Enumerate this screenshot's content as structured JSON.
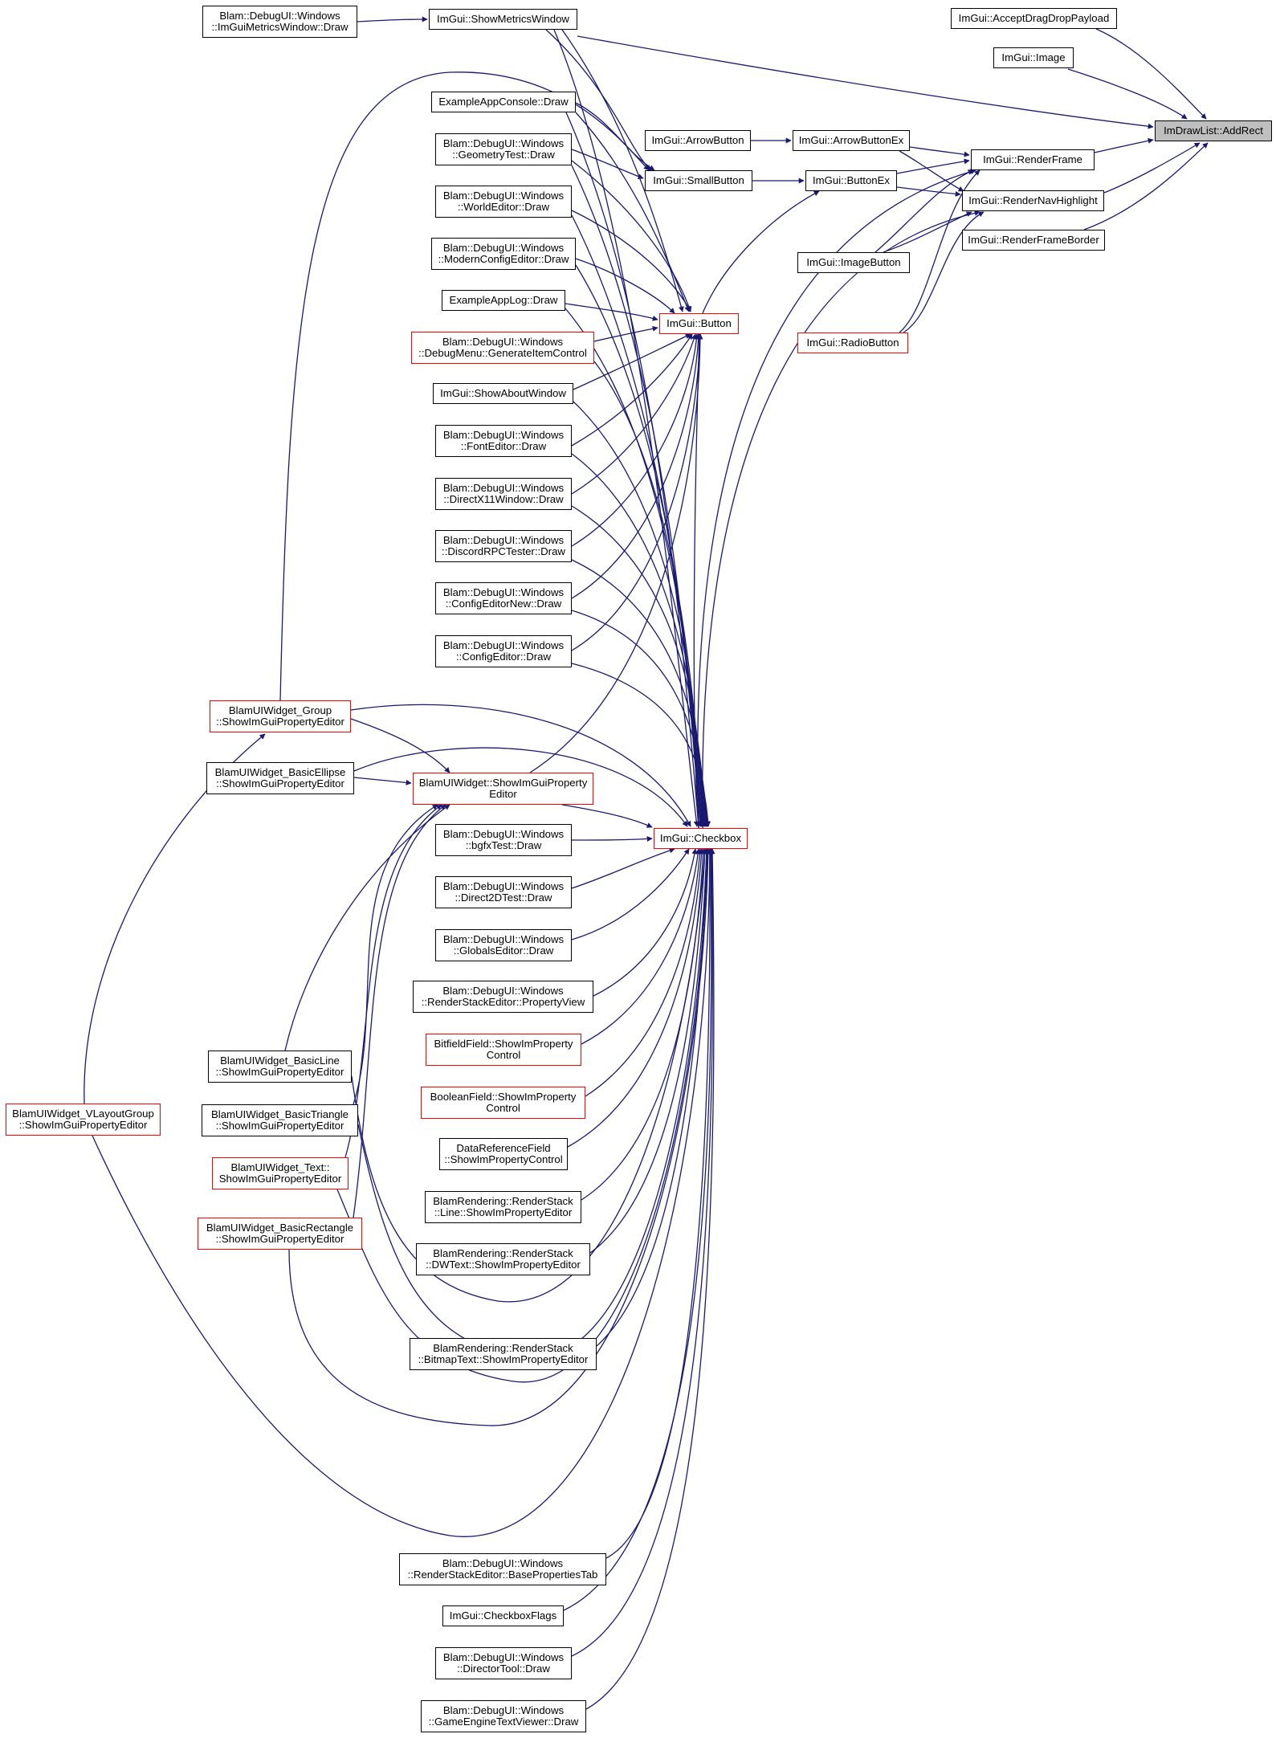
{
  "colors": {
    "edge": "#191970",
    "box_border": "#000000",
    "truncated_border": "#ff0000",
    "focus_fill": "#bfbfbf"
  },
  "nodes": {
    "adddrawrect": [
      "ImDrawList::AddRect"
    ],
    "acceptdrag": [
      "ImGui::AcceptDragDropPayload"
    ],
    "image": [
      "ImGui::Image"
    ],
    "renderframe": [
      "ImGui::RenderFrame"
    ],
    "rendernav": [
      "ImGui::RenderNavHighlight"
    ],
    "renderframeborder": [
      "ImGui::RenderFrameBorder"
    ],
    "arrowbuttonex": [
      "ImGui::ArrowButtonEx"
    ],
    "buttonex": [
      "ImGui::ButtonEx"
    ],
    "imagebutton": [
      "ImGui::ImageButton"
    ],
    "radiobutton": [
      "ImGui::RadioButton"
    ],
    "arrowbutton": [
      "ImGui::ArrowButton"
    ],
    "smallbutton": [
      "ImGui::SmallButton"
    ],
    "button": [
      "ImGui::Button"
    ],
    "checkbox": [
      "ImGui::Checkbox"
    ],
    "showmetrics": [
      "ImGui::ShowMetricsWindow"
    ],
    "metricsdraw": [
      "Blam::DebugUI::Windows",
      "::ImGuiMetricsWindow::Draw"
    ],
    "appconsole": [
      "ExampleAppConsole::Draw"
    ],
    "geometry": [
      "Blam::DebugUI::Windows",
      "::GeometryTest::Draw"
    ],
    "worldeditor": [
      "Blam::DebugUI::Windows",
      "::WorldEditor::Draw"
    ],
    "modernconfig": [
      "Blam::DebugUI::Windows",
      "::ModernConfigEditor::Draw"
    ],
    "applog": [
      "ExampleAppLog::Draw"
    ],
    "debugmenu": [
      "Blam::DebugUI::Windows",
      "::DebugMenu::GenerateItemControl"
    ],
    "showabout": [
      "ImGui::ShowAboutWindow"
    ],
    "fonteditor": [
      "Blam::DebugUI::Windows",
      "::FontEditor::Draw"
    ],
    "directx11": [
      "Blam::DebugUI::Windows",
      "::DirectX11Window::Draw"
    ],
    "discord": [
      "Blam::DebugUI::Windows",
      "::DiscordRPCTester::Draw"
    ],
    "confignew": [
      "Blam::DebugUI::Windows",
      "::ConfigEditorNew::Draw"
    ],
    "configeditor": [
      "Blam::DebugUI::Windows",
      "::ConfigEditor::Draw"
    ],
    "group": [
      "BlamUIWidget_Group",
      "::ShowImGuiPropertyEditor"
    ],
    "ellipse": [
      "BlamUIWidget_BasicEllipse",
      "::ShowImGuiPropertyEditor"
    ],
    "widgetprop": [
      "BlamUIWidget::ShowImGuiProperty",
      "Editor"
    ],
    "bgfx": [
      "Blam::DebugUI::Windows",
      "::bgfxTest::Draw"
    ],
    "direct2d": [
      "Blam::DebugUI::Windows",
      "::Direct2DTest::Draw"
    ],
    "globals": [
      "Blam::DebugUI::Windows",
      "::GlobalsEditor::Draw"
    ],
    "renderstackprop": [
      "Blam::DebugUI::Windows",
      "::RenderStackEditor::PropertyView"
    ],
    "bitfield": [
      "BitfieldField::ShowImProperty",
      "Control"
    ],
    "boolean": [
      "BooleanField::ShowImProperty",
      "Control"
    ],
    "dataref": [
      "DataReferenceField",
      "::ShowImPropertyControl"
    ],
    "line": [
      "BlamRendering::RenderStack",
      "::Line::ShowImPropertyEditor"
    ],
    "dwtext": [
      "BlamRendering::RenderStack",
      "::DWText::ShowImPropertyEditor"
    ],
    "bitmaptext": [
      "BlamRendering::RenderStack",
      "::BitmapText::ShowImPropertyEditor"
    ],
    "basicline": [
      "BlamUIWidget_BasicLine",
      "::ShowImGuiPropertyEditor"
    ],
    "triangle": [
      "BlamUIWidget_BasicTriangle",
      "::ShowImGuiPropertyEditor"
    ],
    "text": [
      "BlamUIWidget_Text::",
      "ShowImGuiPropertyEditor"
    ],
    "rectangle": [
      "BlamUIWidget_BasicRectangle",
      "::ShowImGuiPropertyEditor"
    ],
    "vlayout": [
      "BlamUIWidget_VLayoutGroup",
      "::ShowImGuiPropertyEditor"
    ],
    "baseprops": [
      "Blam::DebugUI::Windows",
      "::RenderStackEditor::BasePropertiesTab"
    ],
    "checkboxflags": [
      "ImGui::CheckboxFlags"
    ],
    "directortool": [
      "Blam::DebugUI::Windows",
      "::DirectorTool::Draw"
    ],
    "textviewer": [
      "Blam::DebugUI::Windows",
      "::GameEngineTextViewer::Draw"
    ]
  }
}
